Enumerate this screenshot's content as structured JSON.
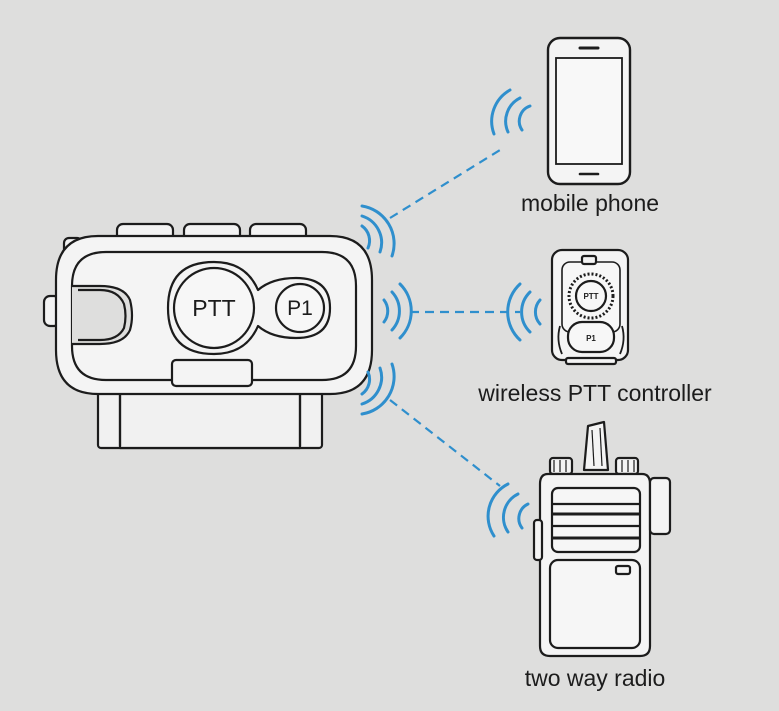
{
  "hub": {
    "ptt_label": "PTT",
    "p1_label": "P1"
  },
  "devices": [
    {
      "label": "mobile phone"
    },
    {
      "label": "wireless PTT controller",
      "ptt_label": "PTT",
      "p1_label": "P1"
    },
    {
      "label": "two way radio"
    }
  ],
  "colors": {
    "background": "#dededd",
    "device_body": "#f4f4f4",
    "outline": "#1c1c1c",
    "signal": "#2f8fcd"
  },
  "icons": [
    "bluetooth-earpiece-icon",
    "wireless-signal-icon",
    "mobile-phone-icon",
    "ptt-controller-icon",
    "two-way-radio-icon"
  ]
}
